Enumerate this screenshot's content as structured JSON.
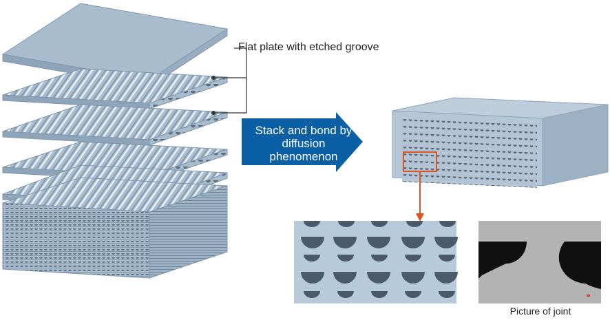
{
  "labels": {
    "groove_plate": "Flat plate with etched groove",
    "arrow_line1": "Stack and bond by",
    "arrow_line2": "diffusion",
    "arrow_line3": "phenomenon",
    "joint_caption": "Picture of joint"
  },
  "colors": {
    "plate_top": "#a9bccd",
    "plate_side": "#8ea4b9",
    "plate_edge": "#7f96ad",
    "arrow_blue": "#0b5fa5",
    "highlight_orange": "#e0541e",
    "photo_bg": "#b9b9b9",
    "photo_dark": "#101010"
  }
}
